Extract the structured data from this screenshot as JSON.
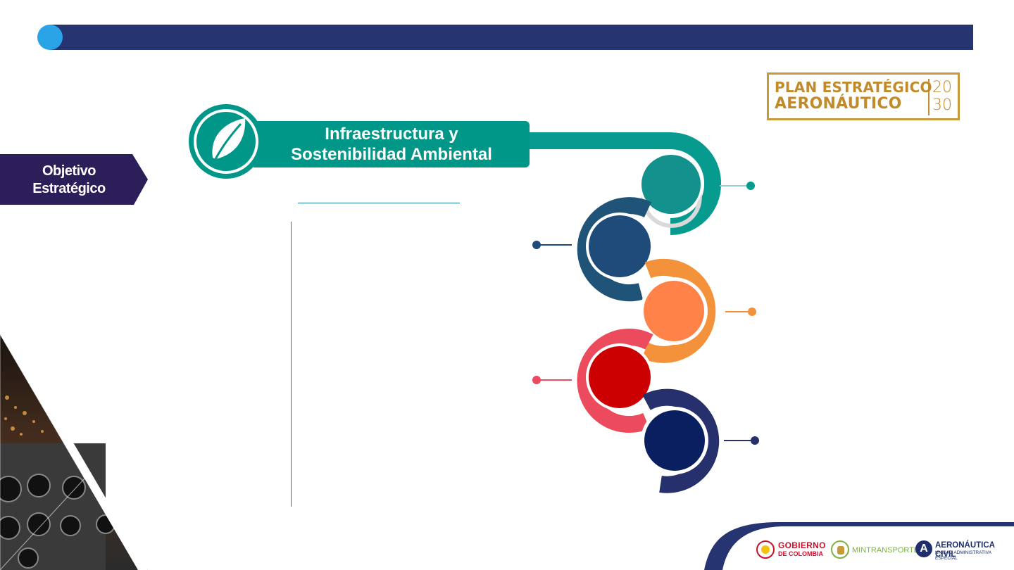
{
  "header": {
    "bar_color": "#263571",
    "dot_color": "#2aa4e6"
  },
  "brand_logo": {
    "line1": "PLAN ESTRATÉGICO",
    "line2": "AERONÁUTICO",
    "year_top": "20",
    "year_bottom": "30",
    "color": "#c18a2a"
  },
  "objective_tab": {
    "line1": "Objetivo",
    "line2": "Estratégico",
    "color": "#2b1e59"
  },
  "title": {
    "line1": "Infraestructura y",
    "line2": "Sostenibilidad Ambiental",
    "icon": "leaf-icon",
    "color": "#009688"
  },
  "flow_steps": [
    {
      "color": "#12918d",
      "ring": "#079a8e",
      "side": "right"
    },
    {
      "color": "#1f4b7a",
      "ring": "#1f5478",
      "side": "left"
    },
    {
      "color": "#ff8249",
      "ring": "#f3923b",
      "side": "right"
    },
    {
      "color": "#cc0000",
      "ring": "#ec4a5d",
      "side": "left"
    },
    {
      "color": "#0a1f5f",
      "ring": "#25306c",
      "side": "right"
    }
  ],
  "footer": {
    "gobierno_line1": "GOBIERNO",
    "gobierno_line2": "DE COLOMBIA",
    "mintransporte": "MINTRANSPORTE",
    "aero_line1": "AERONÁUTICA CIVIL",
    "aero_line2": "UNIDAD ADMINISTRATIVA ESPECIAL"
  }
}
